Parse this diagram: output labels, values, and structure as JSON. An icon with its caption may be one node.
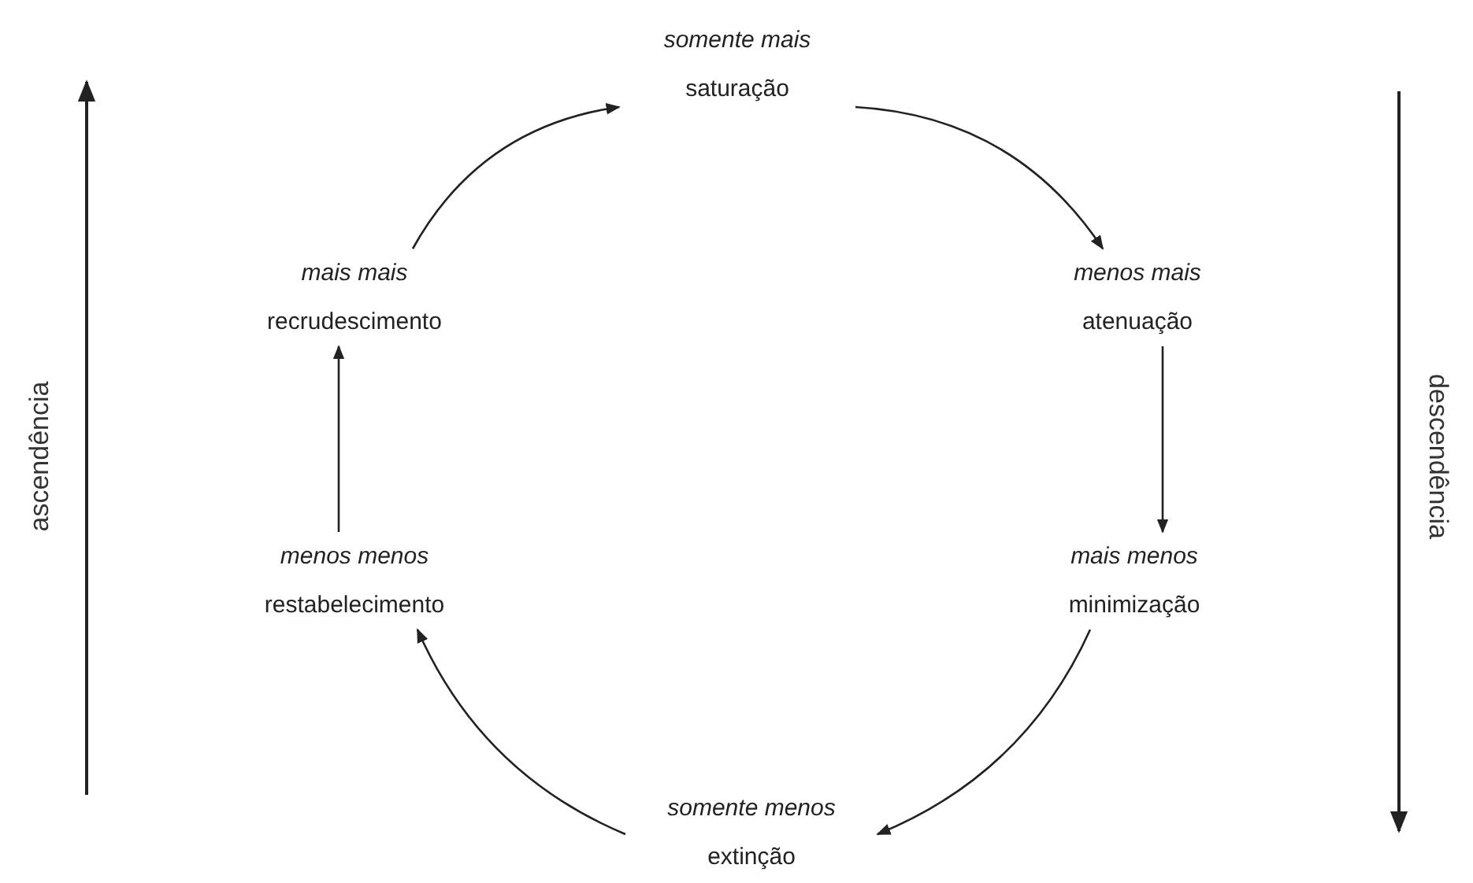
{
  "diagram": {
    "nodes": [
      {
        "text": [
          "somente mais",
          "saturação"
        ]
      },
      {
        "text": [
          "mais mais",
          "recrudescimento"
        ]
      },
      {
        "text": [
          "menos mais",
          "atenuação"
        ]
      },
      {
        "text": [
          "menos menos",
          "restabelecimento"
        ]
      },
      {
        "text": [
          "mais menos",
          "minimização"
        ]
      },
      {
        "text": [
          "somente menos",
          "extinção"
        ]
      }
    ],
    "edges": [
      {
        "from": 0,
        "to": 2,
        "arrow": "to"
      },
      {
        "from": 2,
        "to": 4,
        "arrow": "to"
      },
      {
        "from": 4,
        "to": 5,
        "arrow": "to"
      },
      {
        "from": 5,
        "to": 3,
        "arrow": "to"
      },
      {
        "from": 3,
        "to": 1,
        "arrow": "to"
      },
      {
        "from": 1,
        "to": 0,
        "arrow": "to"
      }
    ],
    "labels": [
      "ascendência",
      "descendência"
    ]
  }
}
